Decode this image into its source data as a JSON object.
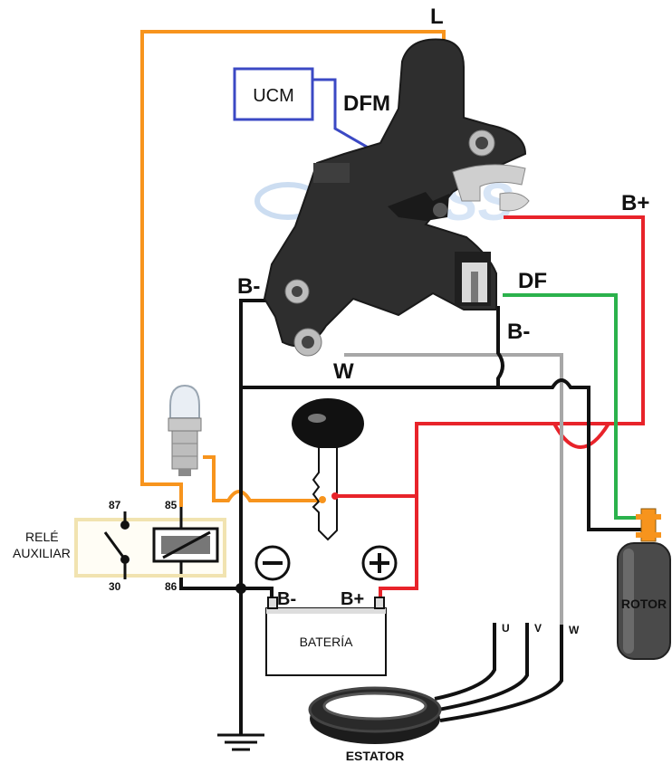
{
  "colors": {
    "wire_orange": "#f7941d",
    "wire_red": "#e8232a",
    "wire_green": "#2bb24c",
    "wire_gray": "#a7a7a7",
    "wire_black": "#111111",
    "wire_blue": "#3b49c4",
    "regulator_body": "#2e2e2e",
    "relay_box_border": "#f1e3b0",
    "rotor_body": "#4a4a4a"
  },
  "labels": {
    "l": "L",
    "dfm": "DFM",
    "ucm": "UCM",
    "b_plus_top": "B+",
    "df": "DF",
    "b_minus_left": "B-",
    "b_minus_right": "B-",
    "w": "W",
    "relay_87": "87",
    "relay_85": "85",
    "relay_30": "30",
    "relay_86": "86",
    "relay_name_1": "RELÉ",
    "relay_name_2": "AUXILIAR",
    "battery_minus": "B-",
    "battery_plus": "B+",
    "battery_name": "BATERÍA",
    "stator_u": "U",
    "stator_v": "V",
    "stator_w": "W",
    "stator_name": "ESTATOR",
    "rotor_name": "ROTOR",
    "watermark": "GAUSS"
  }
}
